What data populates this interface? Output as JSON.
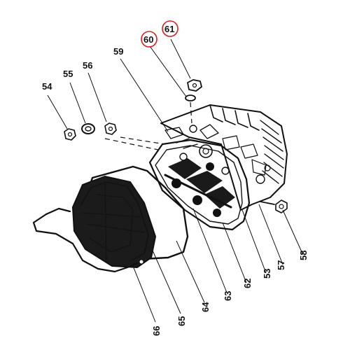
{
  "colors": {
    "ink": "#111111",
    "highlight": "#d81e24",
    "background": "#ffffff"
  },
  "callouts": [
    {
      "id": "54",
      "text": "54",
      "circled": false
    },
    {
      "id": "55",
      "text": "55",
      "circled": false
    },
    {
      "id": "56",
      "text": "56",
      "circled": false
    },
    {
      "id": "57",
      "text": "57",
      "circled": false
    },
    {
      "id": "58",
      "text": "58",
      "circled": false
    },
    {
      "id": "59",
      "text": "59",
      "circled": false
    },
    {
      "id": "60",
      "text": "60",
      "circled": true
    },
    {
      "id": "61",
      "text": "61",
      "circled": true
    },
    {
      "id": "62",
      "text": "62",
      "circled": false
    },
    {
      "id": "63",
      "text": "63",
      "circled": false
    },
    {
      "id": "64",
      "text": "64",
      "circled": false
    },
    {
      "id": "65",
      "text": "65",
      "circled": false
    },
    {
      "id": "66",
      "text": "66",
      "circled": false
    },
    {
      "id": "53",
      "text": "53",
      "circled": false
    }
  ]
}
